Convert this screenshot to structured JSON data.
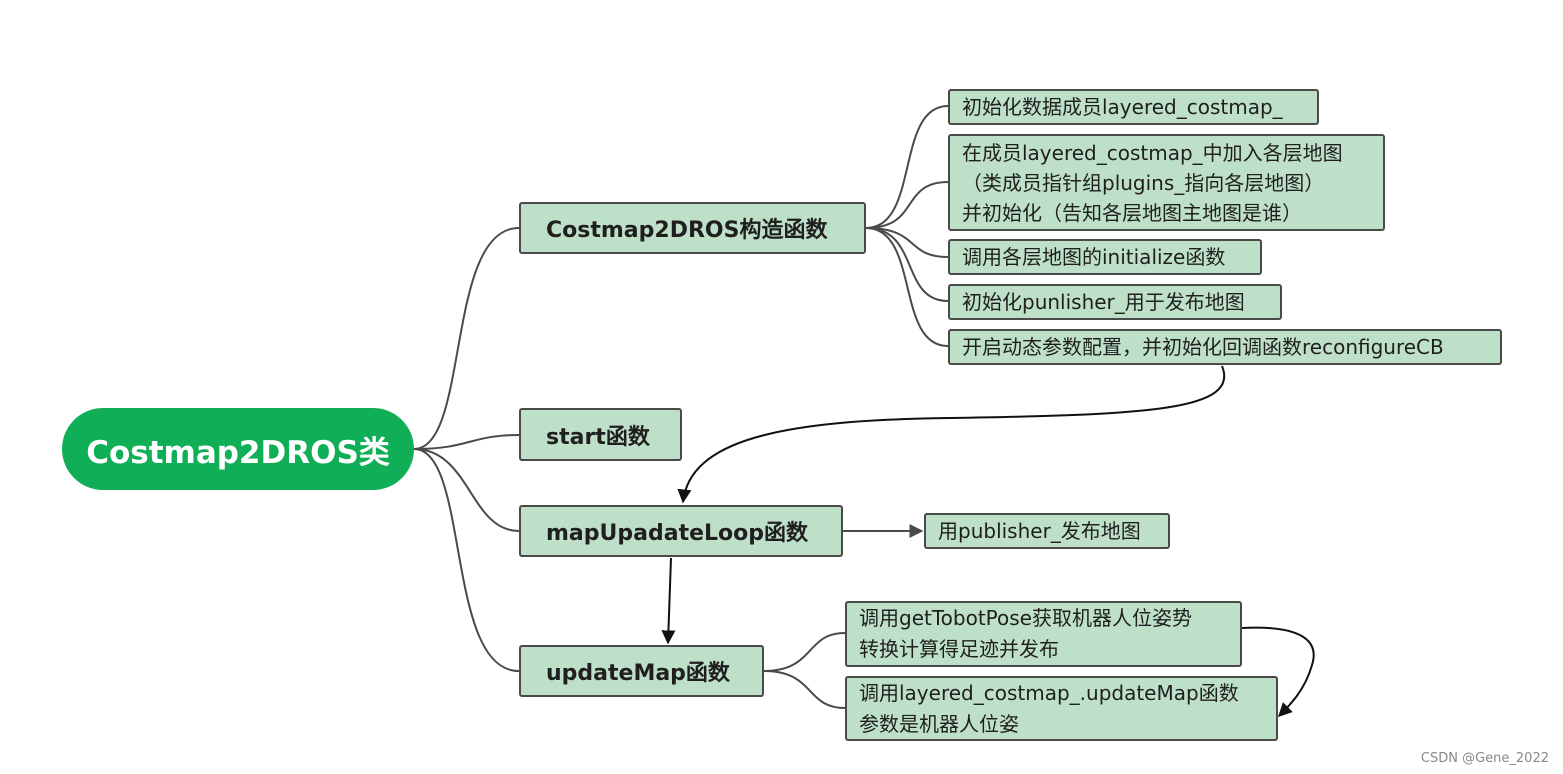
{
  "root": {
    "label": "Costmap2DROS类"
  },
  "branches": {
    "constructor": {
      "label": "Costmap2DROS构造函数"
    },
    "start": {
      "label": "start函数"
    },
    "loop": {
      "label": "mapUpadateLoop函数"
    },
    "update": {
      "label": "updateMap函数"
    }
  },
  "constructor_steps": {
    "step1": "初始化数据成员layered_costmap_",
    "step2_lines": [
      "在成员layered_costmap_中加入各层地图",
      "（类成员指针组plugins_指向各层地图）",
      "并初始化（告知各层地图主地图是谁）"
    ],
    "step3": "调用各层地图的initialize函数",
    "step4": "初始化punlisher_用于发布地图",
    "step5": "开启动态参数配置，并初始化回调函数reconfigureCB"
  },
  "loop_step": "用publisher_发布地图",
  "update_steps": {
    "step1_lines": [
      "调用getTobotPose获取机器人位姿势",
      "转换计算得足迹并发布"
    ],
    "step2_lines": [
      "调用layered_costmap_.updateMap函数",
      "参数是机器人位姿"
    ]
  },
  "watermark": "CSDN @Gene_2022",
  "colors": {
    "root": "#0fae57",
    "node_fill": "#bfe0c8",
    "border": "#4a4a4a"
  }
}
